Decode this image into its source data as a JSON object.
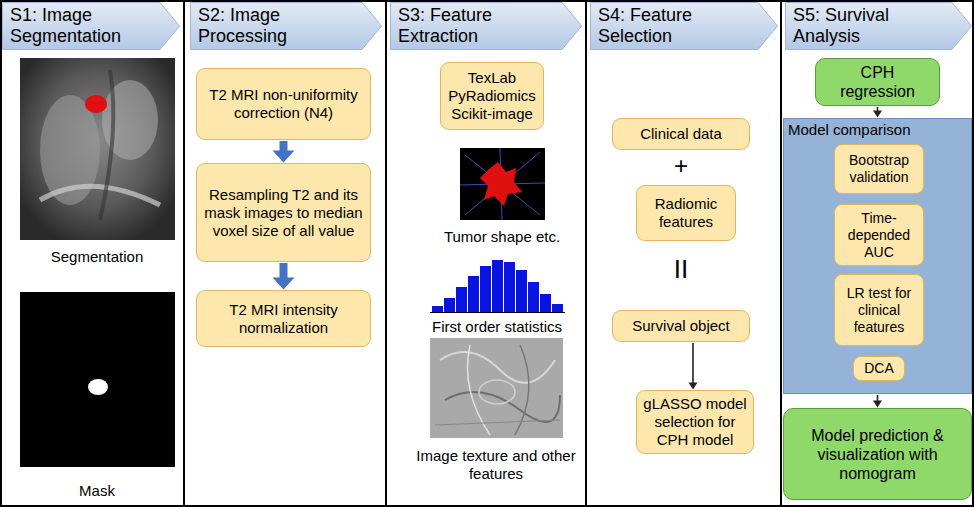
{
  "diagram": {
    "nodes": [
      {
        "text": [
          "S1: Image Segmentation"
        ]
      },
      {
        "text": [
          "S2: Image Processing"
        ]
      },
      {
        "text": [
          "T2 MRI non-uniformity correction (N4)"
        ]
      },
      {
        "text": [
          "Resampling T2 and its mask images to median voxel size of all value"
        ]
      },
      {
        "text": [
          "T2 MRI intensity normalization"
        ]
      },
      {
        "text": [
          "S3: Feature Extraction"
        ]
      },
      {
        "text": [
          "TexLab PyRadiomics Scikit-image"
        ]
      },
      {
        "text": [
          "S4: Feature Selection"
        ]
      },
      {
        "text": [
          "Clinical data"
        ]
      },
      {
        "text": [
          "Radiomic features"
        ]
      },
      {
        "text": [
          "Survival object"
        ]
      },
      {
        "text": [
          "gLASSO model selection for CPH model"
        ]
      },
      {
        "text": [
          "S5: Survival Analysis"
        ]
      },
      {
        "text": [
          "CPH regression"
        ]
      },
      {
        "text": [
          "Model comparison"
        ]
      },
      {
        "text": [
          "Bootstrap validation"
        ],
        "in": 14
      },
      {
        "text": [
          "Time-depended AUC"
        ],
        "in": 14
      },
      {
        "text": [
          "LR test for clinical features"
        ],
        "in": 14
      },
      {
        "text": [
          "DCA"
        ],
        "in": 14
      },
      {
        "text": [
          "Model prediction & visualization with nomogram"
        ]
      }
    ],
    "edges": [
      {
        "from": 2,
        "to": 3,
        "arrow": "to"
      },
      {
        "from": 3,
        "to": 4,
        "arrow": "to"
      },
      {
        "from": 10,
        "to": 11,
        "arrow": "to"
      },
      {
        "from": 13,
        "to": 14,
        "arrow": "to"
      },
      {
        "from": 14,
        "to": 19,
        "arrow": "to"
      }
    ],
    "labels": [
      "Segmentation",
      "Mask",
      "Tumor shape etc.",
      "First order statistics",
      "Image texture and other features",
      "+",
      "II"
    ]
  }
}
